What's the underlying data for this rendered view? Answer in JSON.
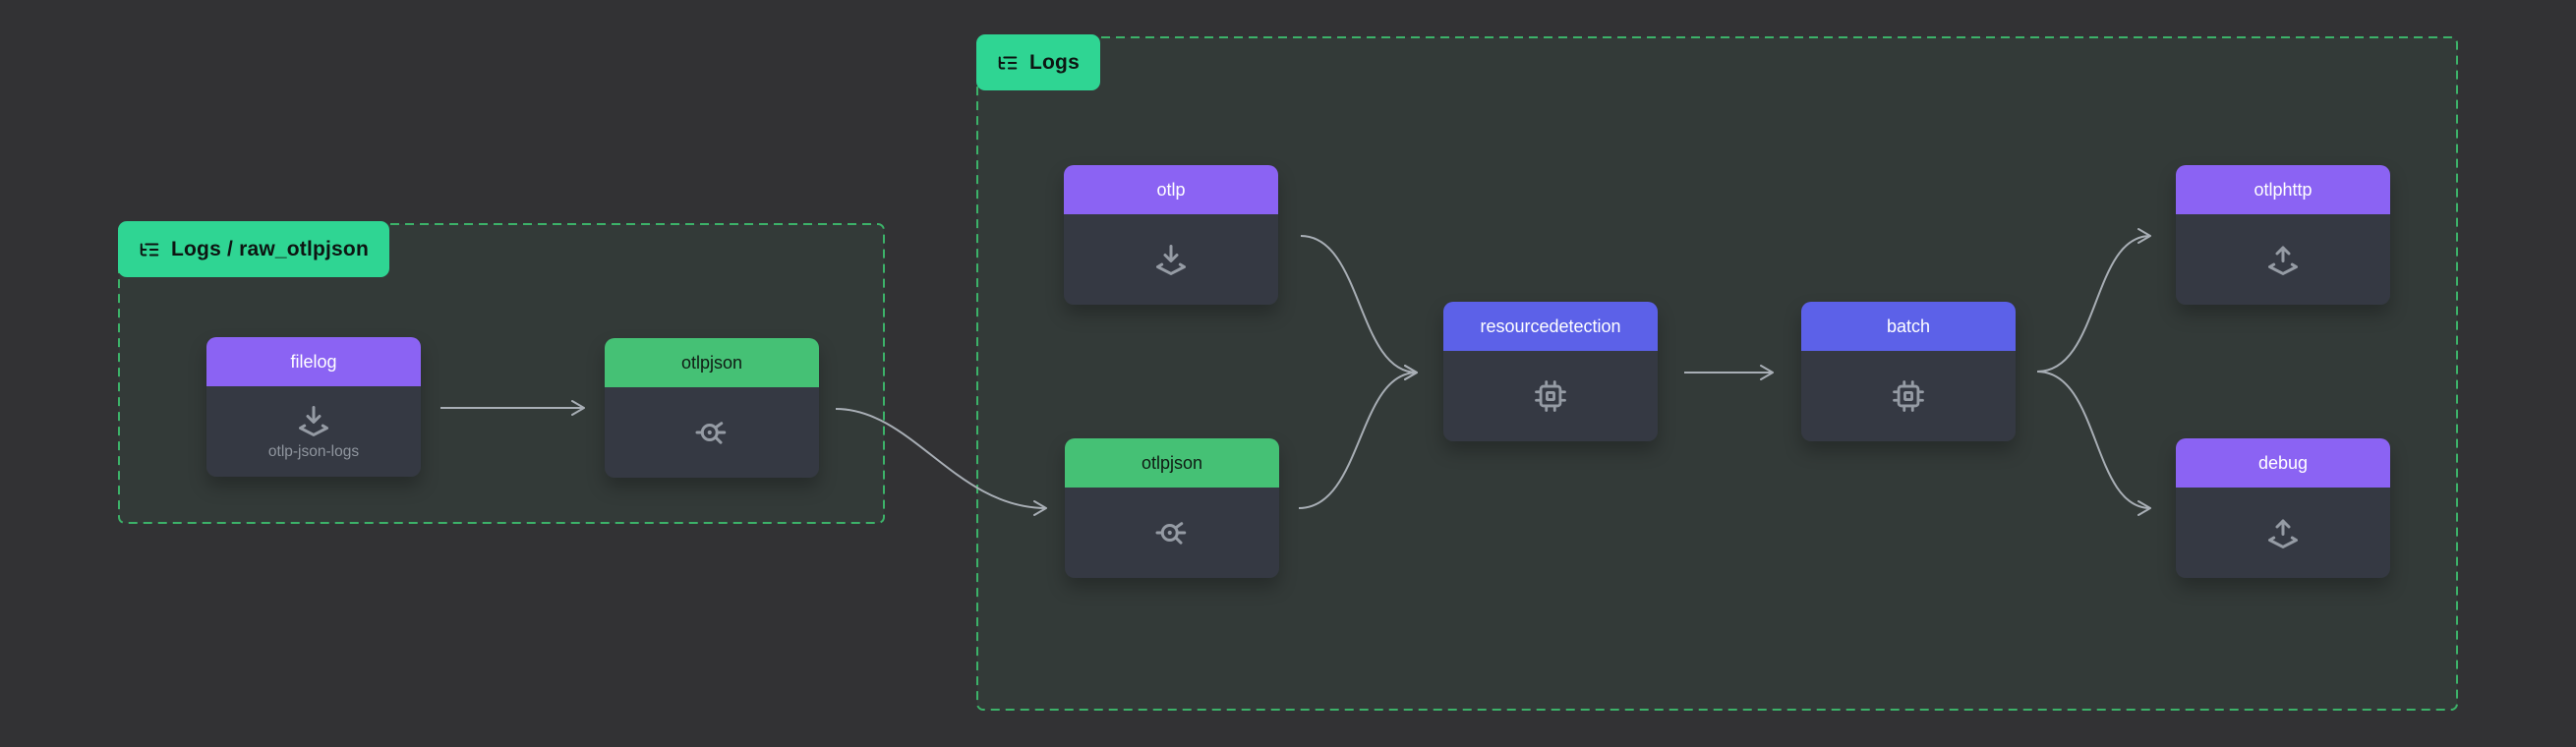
{
  "canvas": {
    "bg": "#323234"
  },
  "groups": [
    {
      "label": "Logs / raw_otlpjson",
      "icon": "list-tree-icon"
    },
    {
      "label": "Logs",
      "icon": "list-tree-icon"
    }
  ],
  "nodes": {
    "filelog": {
      "title": "filelog",
      "subtitle": "otlp-json-logs",
      "type": "receiver"
    },
    "otlpjson_raw": {
      "title": "otlpjson",
      "type": "connector"
    },
    "otlp": {
      "title": "otlp",
      "type": "receiver"
    },
    "otlpjson": {
      "title": "otlpjson",
      "type": "connector"
    },
    "resourcedetection": {
      "title": "resourcedetection",
      "type": "processor"
    },
    "batch": {
      "title": "batch",
      "type": "processor"
    },
    "otlphttp": {
      "title": "otlphttp",
      "type": "exporter"
    },
    "debug": {
      "title": "debug",
      "type": "exporter"
    }
  },
  "edges": [
    {
      "from": "filelog",
      "to": "otlpjson_raw"
    },
    {
      "from": "otlpjson_raw",
      "to": "otlpjson"
    },
    {
      "from": "otlp",
      "to": "resourcedetection"
    },
    {
      "from": "otlpjson",
      "to": "resourcedetection"
    },
    {
      "from": "resourcedetection",
      "to": "batch"
    },
    {
      "from": "batch",
      "to": "otlphttp"
    },
    {
      "from": "batch",
      "to": "debug"
    }
  ],
  "colors": {
    "canvas_bg": "#323234",
    "receiver_header": "#8b63f3",
    "exporter_header": "#8b63f3",
    "processor_header": "#5c61e8",
    "connector_header": "#45c175",
    "group_label_bg": "#2fd593",
    "group_border": "#3cb269",
    "group_fill": "rgba(77,217,130,0.05)",
    "node_body": "#353943",
    "edge": "#a8aeb5",
    "icon": "#959ba4",
    "subtitle_text": "#8f959e"
  }
}
